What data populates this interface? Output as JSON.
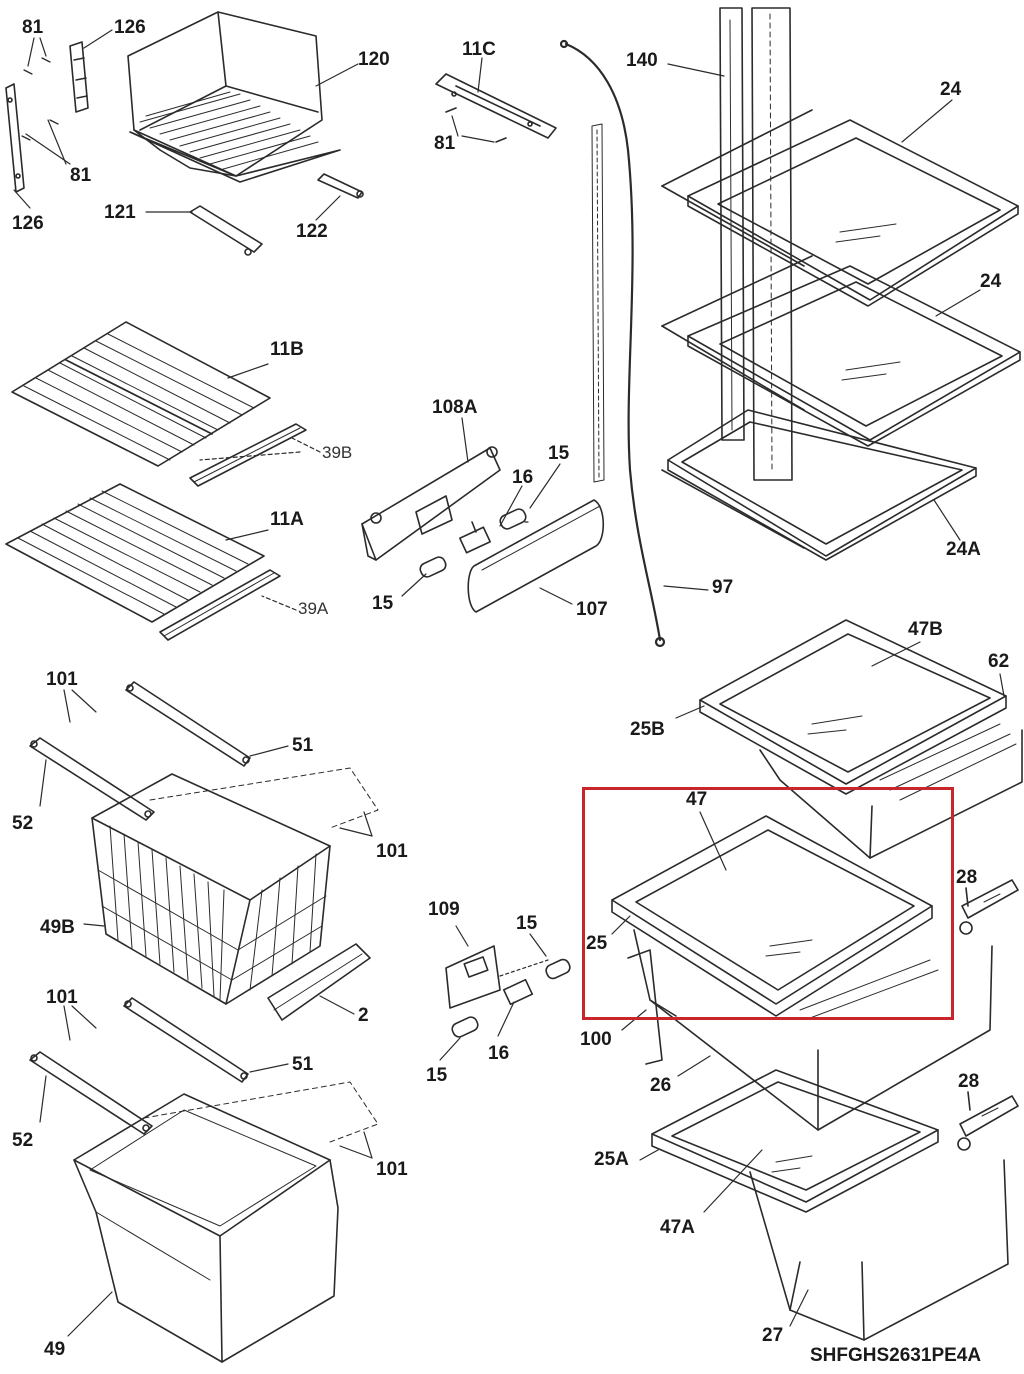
{
  "diagram": {
    "model_code": "SHFGHS2631PE4A",
    "highlight_color": "#c8262b",
    "highlighted_parts": [
      "47",
      "25"
    ],
    "parts": [
      {
        "id": "p81a",
        "label": "81"
      },
      {
        "id": "p126a",
        "label": "126"
      },
      {
        "id": "p81b",
        "label": "81"
      },
      {
        "id": "p126b",
        "label": "126"
      },
      {
        "id": "p120",
        "label": "120"
      },
      {
        "id": "p121",
        "label": "121"
      },
      {
        "id": "p122",
        "label": "122"
      },
      {
        "id": "p11C",
        "label": "11C"
      },
      {
        "id": "p81c",
        "label": "81"
      },
      {
        "id": "p140",
        "label": "140"
      },
      {
        "id": "p24a",
        "label": "24"
      },
      {
        "id": "p24b",
        "label": "24"
      },
      {
        "id": "p24A",
        "label": "24A"
      },
      {
        "id": "p11B",
        "label": "11B"
      },
      {
        "id": "p39B",
        "label": "39B"
      },
      {
        "id": "p11A",
        "label": "11A"
      },
      {
        "id": "p39A",
        "label": "39A"
      },
      {
        "id": "p108A",
        "label": "108A"
      },
      {
        "id": "p15a",
        "label": "15"
      },
      {
        "id": "p16a",
        "label": "16"
      },
      {
        "id": "p15b",
        "label": "15"
      },
      {
        "id": "p107",
        "label": "107"
      },
      {
        "id": "p97",
        "label": "97"
      },
      {
        "id": "p47B",
        "label": "47B"
      },
      {
        "id": "p62",
        "label": "62"
      },
      {
        "id": "p25B",
        "label": "25B"
      },
      {
        "id": "p47",
        "label": "47"
      },
      {
        "id": "p28a",
        "label": "28"
      },
      {
        "id": "p25",
        "label": "25"
      },
      {
        "id": "p100",
        "label": "100"
      },
      {
        "id": "p26",
        "label": "26"
      },
      {
        "id": "p28b",
        "label": "28"
      },
      {
        "id": "p25A",
        "label": "25A"
      },
      {
        "id": "p47A",
        "label": "47A"
      },
      {
        "id": "p27",
        "label": "27"
      },
      {
        "id": "p101a",
        "label": "101"
      },
      {
        "id": "p51a",
        "label": "51"
      },
      {
        "id": "p52a",
        "label": "52"
      },
      {
        "id": "p101b",
        "label": "101"
      },
      {
        "id": "p49B",
        "label": "49B"
      },
      {
        "id": "p2",
        "label": "2"
      },
      {
        "id": "p101c",
        "label": "101"
      },
      {
        "id": "p51b",
        "label": "51"
      },
      {
        "id": "p52b",
        "label": "52"
      },
      {
        "id": "p101d",
        "label": "101"
      },
      {
        "id": "p49",
        "label": "49"
      },
      {
        "id": "p109",
        "label": "109"
      },
      {
        "id": "p15c",
        "label": "15"
      },
      {
        "id": "p15d",
        "label": "15"
      },
      {
        "id": "p16b",
        "label": "16"
      }
    ]
  }
}
